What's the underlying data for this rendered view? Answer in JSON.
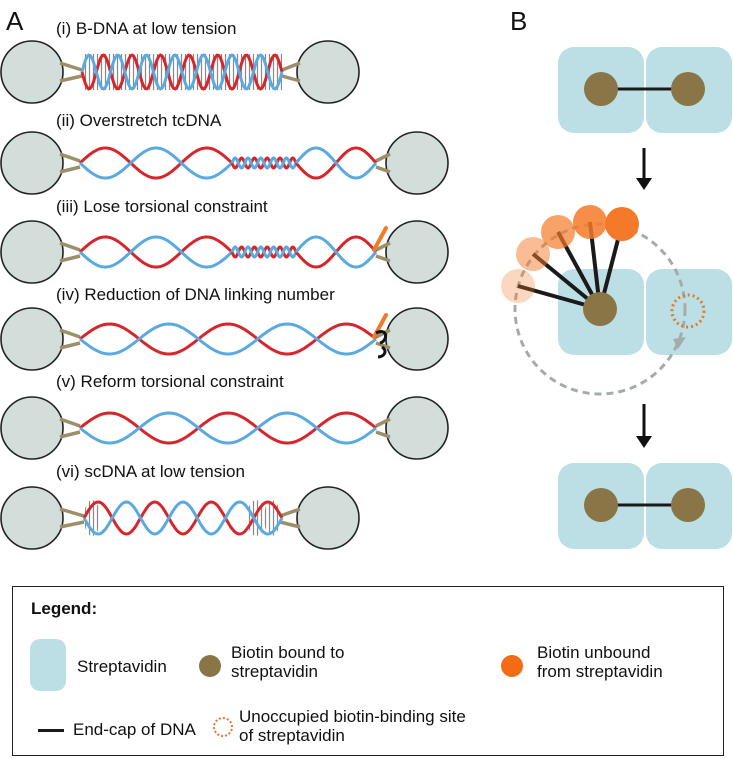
{
  "panels": {
    "a": {
      "label": "A",
      "steps": [
        {
          "label": "(i) B-DNA at low tension"
        },
        {
          "label": "(ii) Overstretch tcDNA"
        },
        {
          "label": "(iii) Lose torsional constraint"
        },
        {
          "label": "(iv) Reduction of DNA linking number"
        },
        {
          "label": "(v) Reform torsional constraint"
        },
        {
          "label": "(vi) scDNA at low tension"
        }
      ]
    },
    "b": {
      "label": "B"
    }
  },
  "colors": {
    "strand_red": "#d7262b",
    "strand_blue": "#5aa9e0",
    "bead": "#d3deda",
    "linker": "#9c8f6a",
    "streptavidin": "#bcdfe5",
    "biotin_bound": "#8a7547",
    "biotin_unbound": "#f47a2a",
    "end_cap": "#1a1a1a",
    "path_dashed": "#a5abad"
  },
  "legend": {
    "title": "Legend:",
    "items": [
      {
        "name": "streptavidin",
        "label": "Streptavidin"
      },
      {
        "name": "biotin-bound",
        "label_lines": [
          "Biotin bound to",
          "streptavidin"
        ]
      },
      {
        "name": "biotin-unbound",
        "label_lines": [
          "Biotin unbound",
          "from streptavidin"
        ]
      },
      {
        "name": "end-cap",
        "label": "End-cap of DNA"
      },
      {
        "name": "unoccupied-site",
        "label_lines": [
          "Unoccupied biotin-binding site",
          "of streptavidin"
        ]
      }
    ]
  }
}
